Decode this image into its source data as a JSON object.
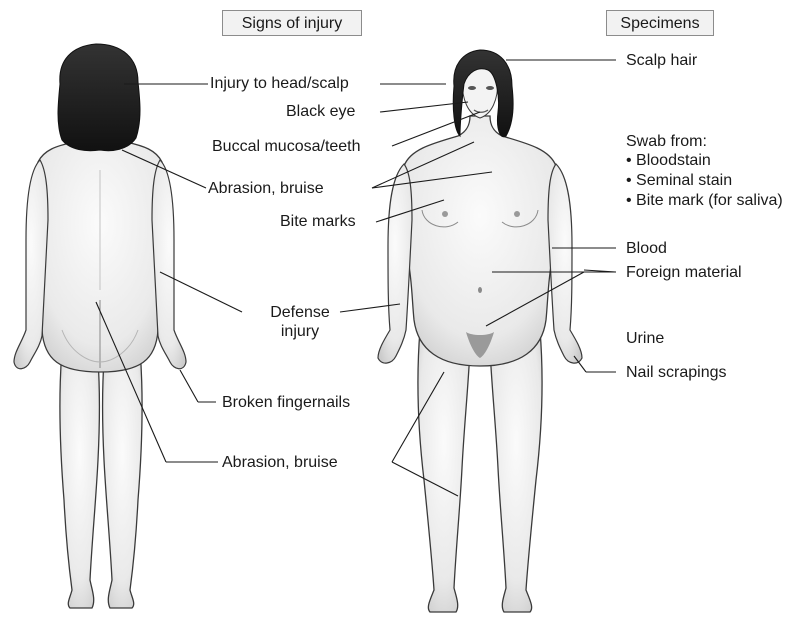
{
  "headers": {
    "left": "Signs of injury",
    "right": "Specimens"
  },
  "injury_labels": {
    "head": "Injury to head/scalp",
    "eye": "Black eye",
    "buccal": "Buccal mucosa/teeth",
    "abrasion_upper": "Abrasion, bruise",
    "bite": "Bite marks",
    "defense_line1": "Defense",
    "defense_line2": "injury",
    "fingernails": "Broken fingernails",
    "abrasion_lower": "Abrasion, bruise"
  },
  "specimen_labels": {
    "scalp_hair": "Scalp hair",
    "swab_heading": "Swab from:",
    "swab_items": [
      "• Bloodstain",
      "• Seminal stain",
      "• Bite mark (for saliva)"
    ],
    "blood": "Blood",
    "foreign": "Foreign material",
    "urine": "Urine",
    "nail": "Nail scrapings"
  },
  "colors": {
    "skin_light": "#f4f4f4",
    "skin_shade": "#cfcfcf",
    "outline": "#3a3a3a",
    "hair": "#1f1f1f",
    "leader": "#1a1a1a",
    "header_bg": "#f2f2f2"
  }
}
